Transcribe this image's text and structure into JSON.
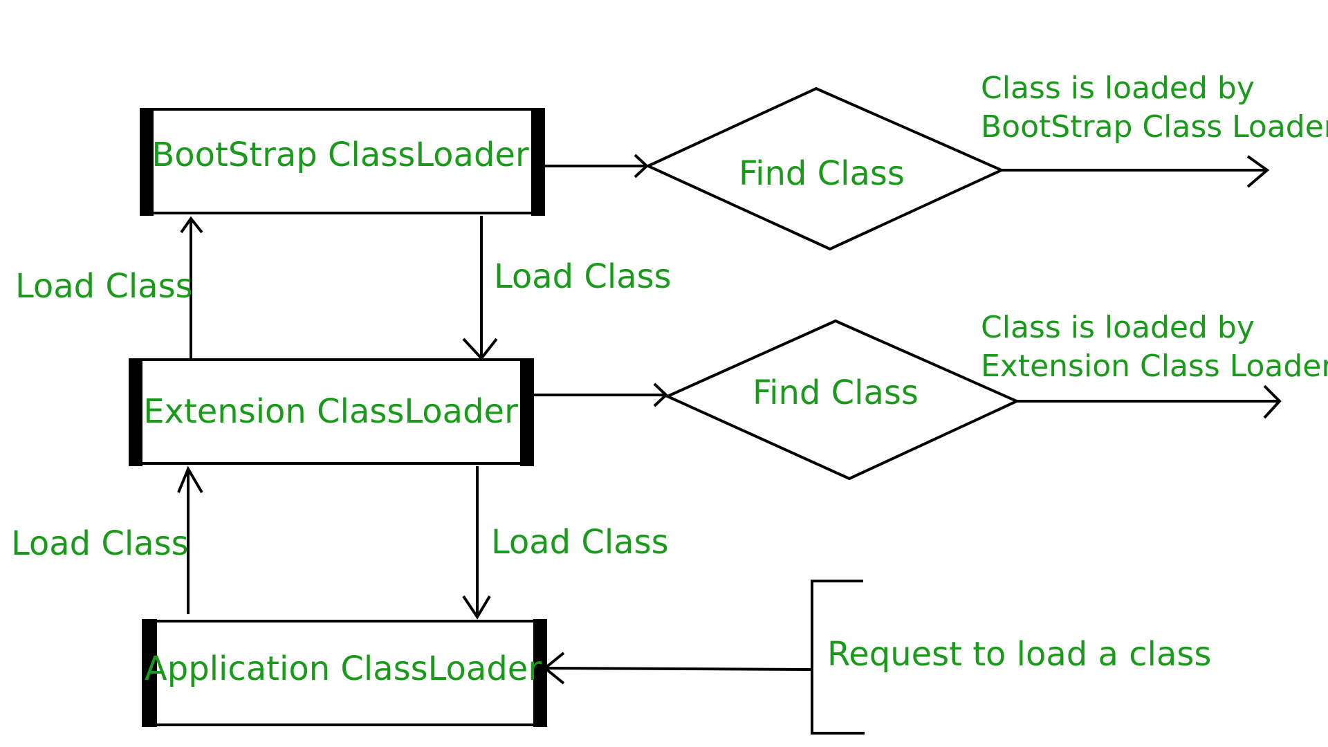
{
  "colors": {
    "text": "#1a9a1a",
    "line": "#000000",
    "background": "#ffffff"
  },
  "loaders": {
    "bootstrap": "BootStrap ClassLoader",
    "extension": "Extension ClassLoader",
    "application": "Application ClassLoader"
  },
  "decisions": {
    "find_top": "Find Class",
    "find_mid": "Find Class"
  },
  "edge_labels": {
    "up_top": "Load Class",
    "down_top": "Load Class",
    "up_bottom": "Load Class",
    "down_bottom": "Load Class"
  },
  "outcomes": {
    "bootstrap_line1": "Class is loaded by",
    "bootstrap_line2": "BootStrap Class Loader",
    "extension_line1": "Class is loaded by",
    "extension_line2": "Extension Class Loader"
  },
  "request": "Request to load a class"
}
